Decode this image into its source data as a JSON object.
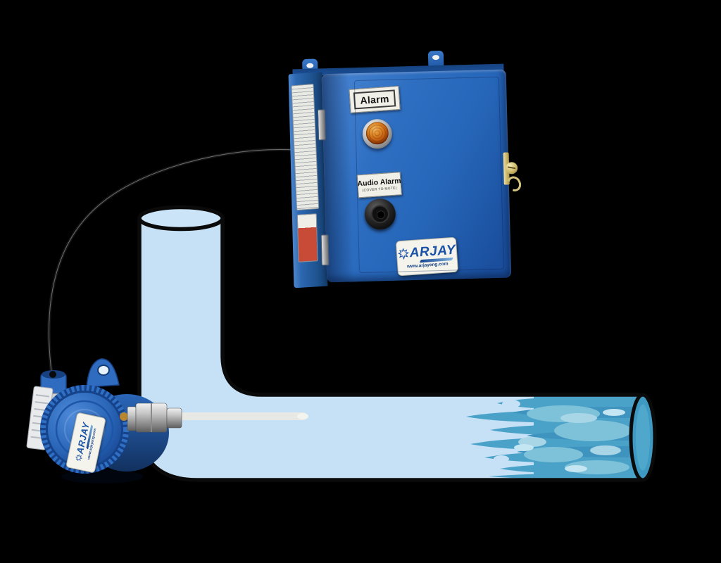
{
  "illustration": {
    "background_color": "#000000"
  },
  "control_box": {
    "alarm_label": "Alarm",
    "audio_alarm_label": "Audio Alarm",
    "audio_alarm_sublabel": "(COVER TO MUTE)",
    "logo": {
      "brand": "ARJAY",
      "website": "www.arjayeng.com"
    },
    "colors": {
      "body_blue": "#2f6fc2",
      "body_shadow": "#1b4f9e",
      "side_panel": "#1e538f",
      "label_background": "#f1f0e8",
      "pilot_light_amber": "#c05a0e",
      "buzzer_black": "#141414",
      "latch_brass": "#cdb96a"
    }
  },
  "sensor": {
    "logo": {
      "brand": "ARJAY",
      "website": "www.arjayeng.com"
    },
    "colors": {
      "housing_blue": "#2a66b8",
      "fitting_steel": "#b9b9b9",
      "probe": "#e8e8e4"
    }
  },
  "pipe": {
    "colors": {
      "wall_fill": "#c6e1f5",
      "outline": "#0a0a0a",
      "water_teal": "#4aa2c8",
      "water_dark": "#3e94be",
      "water_highlight": "#7ec2da"
    }
  },
  "cable": {
    "color": "#141414"
  }
}
